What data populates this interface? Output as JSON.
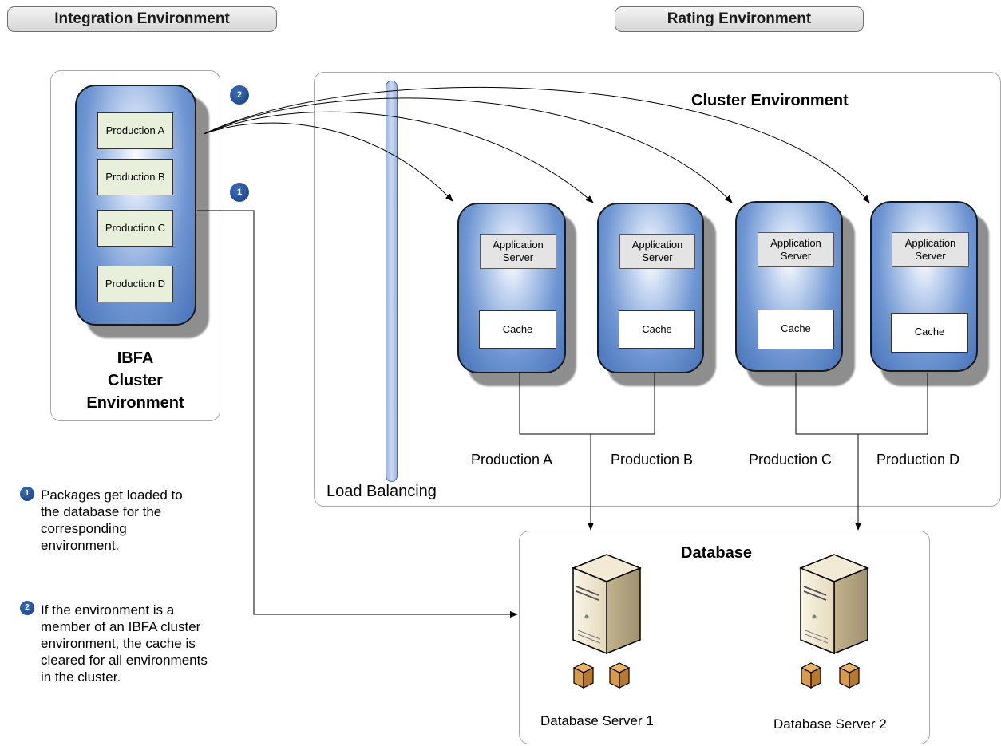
{
  "headers": {
    "integration": "Integration Environment",
    "rating": "Rating Environment"
  },
  "ibfa_cluster": {
    "title_line1": "IBFA",
    "title_line2": "Cluster",
    "title_line3": "Environment",
    "productions": [
      "Production A",
      "Production B",
      "Production C",
      "Production D"
    ]
  },
  "cluster_env": {
    "title": "Cluster Environment",
    "load_balancing": "Load Balancing",
    "nodes": [
      {
        "app": "Application Server",
        "cache": "Cache"
      },
      {
        "app": "Application Server",
        "cache": "Cache"
      },
      {
        "app": "Application Server",
        "cache": "Cache"
      },
      {
        "app": "Application Server",
        "cache": "Cache"
      }
    ],
    "production_labels": [
      "Production A",
      "Production B",
      "Production C",
      "Production D"
    ]
  },
  "database": {
    "title": "Database",
    "server1": "Database Server 1",
    "server2": "Database Server 2"
  },
  "badges": {
    "one": "1",
    "two": "2"
  },
  "notes": {
    "note1": [
      "Packages get loaded to",
      "the database for the",
      "corresponding",
      "environment."
    ],
    "note2": [
      "If the environment is a",
      "member of an IBFA cluster",
      "environment, the cache is",
      "cleared for all environments",
      "in the cluster."
    ]
  },
  "icons": {
    "server": "database-server-icon",
    "package": "package-box-icon"
  }
}
